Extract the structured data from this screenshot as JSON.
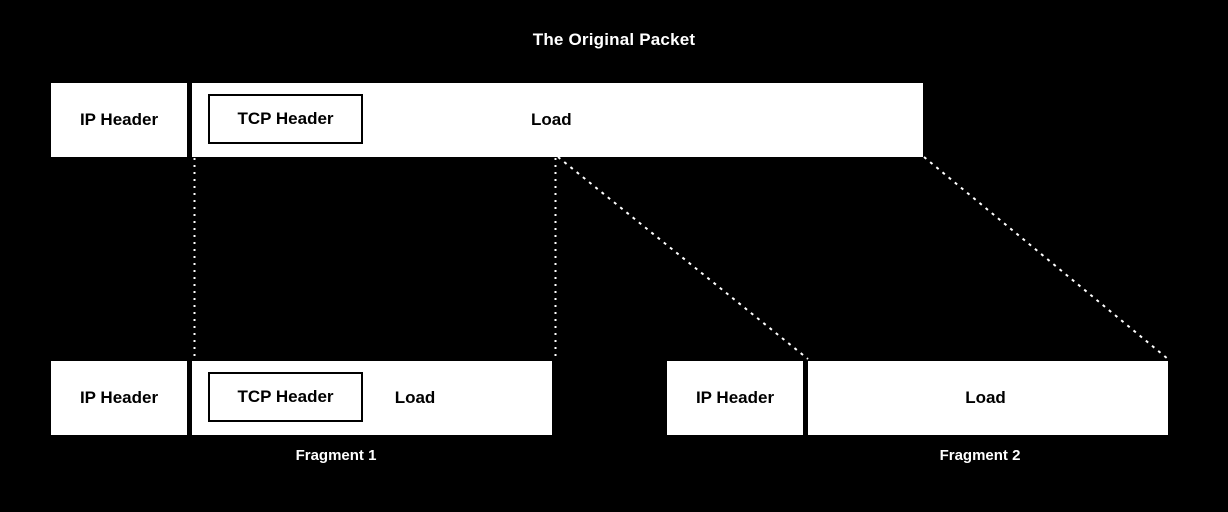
{
  "diagram": {
    "title": "The Original Packet",
    "background_color": "#000000",
    "box_color": "#ffffff",
    "text_color": "#000000",
    "title_color": "#ffffff",
    "line_color": "#ffffff"
  },
  "original_packet": {
    "label": "The Original Packet",
    "segments": [
      {
        "label": "IP Header",
        "kind": "header"
      },
      {
        "label": "TCP Header",
        "kind": "sub-header-boxed"
      },
      {
        "label": "Load",
        "kind": "payload"
      }
    ]
  },
  "fragments": [
    {
      "caption": "Fragment 1",
      "segments": [
        {
          "label": "IP Header",
          "kind": "header"
        },
        {
          "label": "TCP Header",
          "kind": "sub-header-boxed"
        },
        {
          "label": "Load",
          "kind": "payload"
        }
      ]
    },
    {
      "caption": "Fragment 2",
      "segments": [
        {
          "label": "IP Header",
          "kind": "header"
        },
        {
          "label": "Load",
          "kind": "payload"
        }
      ]
    }
  ],
  "connectors": [
    {
      "name": "ip-header-split-guide",
      "type": "dotted-vertical"
    },
    {
      "name": "tcp-load-split-guide",
      "type": "dotted-vertical"
    },
    {
      "name": "load-split-diagonal-1",
      "type": "dashed-diagonal"
    },
    {
      "name": "load-split-diagonal-2",
      "type": "dashed-diagonal"
    }
  ]
}
